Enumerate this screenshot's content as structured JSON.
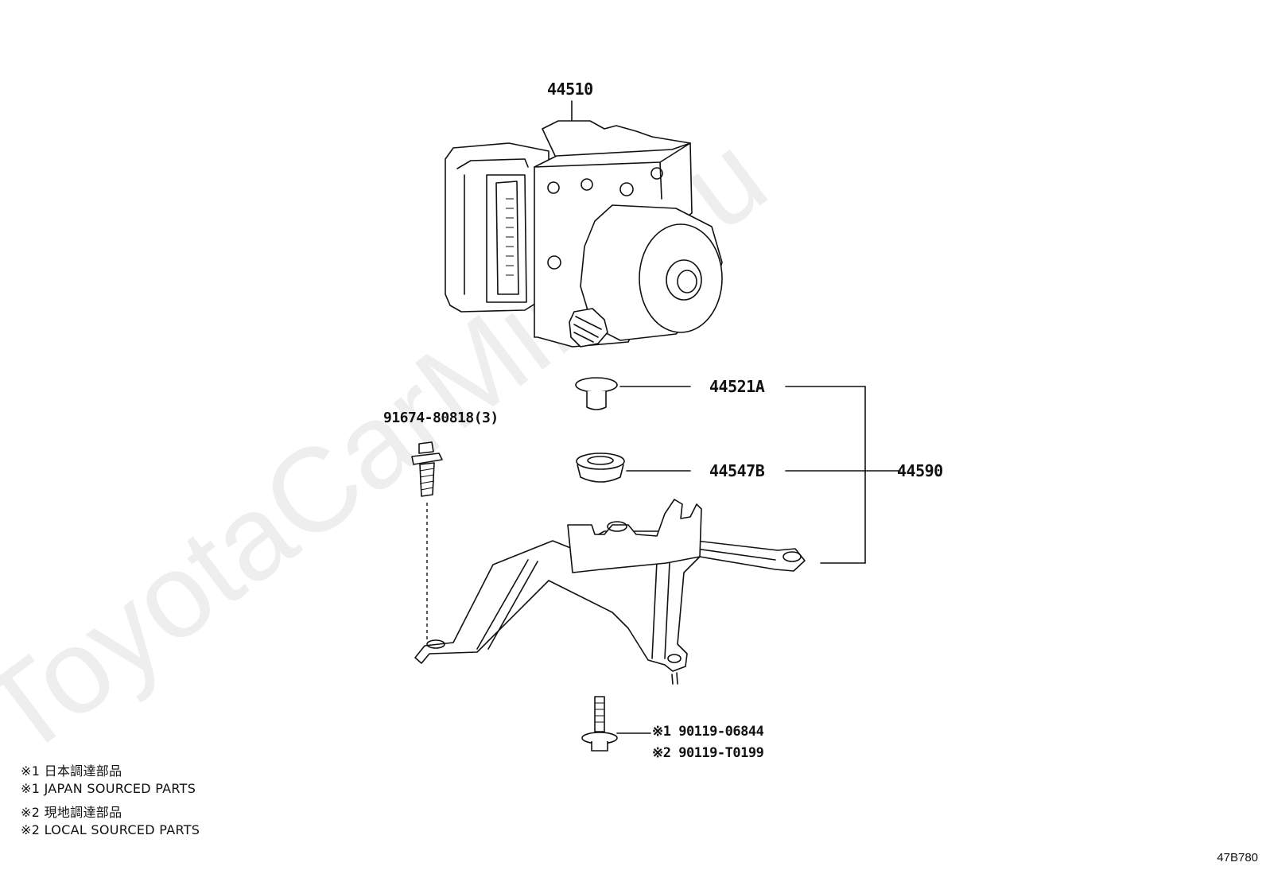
{
  "watermark": "ToyotaCarMine.ru",
  "figure_id": "47B780",
  "parts": {
    "actuator": "44510",
    "bolt_top": "91674-80818(3)",
    "grommet_a": "44521A",
    "cushion_b": "44547B",
    "bracket_assy": "44590",
    "bolt_bottom_1": "※1  90119-06844",
    "bolt_bottom_2": "※2  90119-T0199"
  },
  "notes": [
    "※1 日本調達部品",
    "※1 JAPAN SOURCED PARTS",
    "※2 現地調達部品",
    "※2 LOCAL SOURCED PARTS"
  ]
}
